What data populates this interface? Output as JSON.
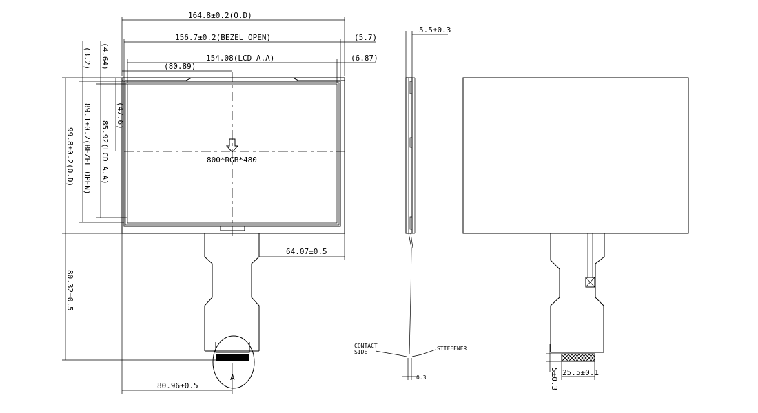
{
  "front_view": {
    "od_width": "164.8±0.2(O.D)",
    "bezel_open_width": "156.7±0.2(BEZEL OPEN)",
    "lcd_aa_width": "154.08(LCD A.A)",
    "center_offset_x": "(80.89)",
    "right_offset_bezel": "(5.7)",
    "right_offset_aa": "(6.87)",
    "top_offset_1": "(3.2)",
    "top_offset_2": "(4.64)",
    "center_offset_y": "(47.6)",
    "bezel_open_height": "89.1±0.2(BEZEL OPEN)",
    "lcd_aa_height": "85.92(LCD A.A)",
    "od_height": "99.8±0.2(O.D)",
    "resolution": "800*RGB*480",
    "fpc_right_offset": "64.07±0.5",
    "fpc_length": "80.32±0.5",
    "fpc_offset_x": "80.96±0.5",
    "detail_label": "A"
  },
  "side_view": {
    "thickness": "5.5±0.3",
    "contact_side_line1": "CONTACT",
    "contact_side_line2": "SIDE",
    "stiffener": "STIFFENER",
    "fpc_thickness": "0.3"
  },
  "back_view": {
    "contact_width": "25.5±0.1",
    "contact_length": "5±0.3"
  }
}
